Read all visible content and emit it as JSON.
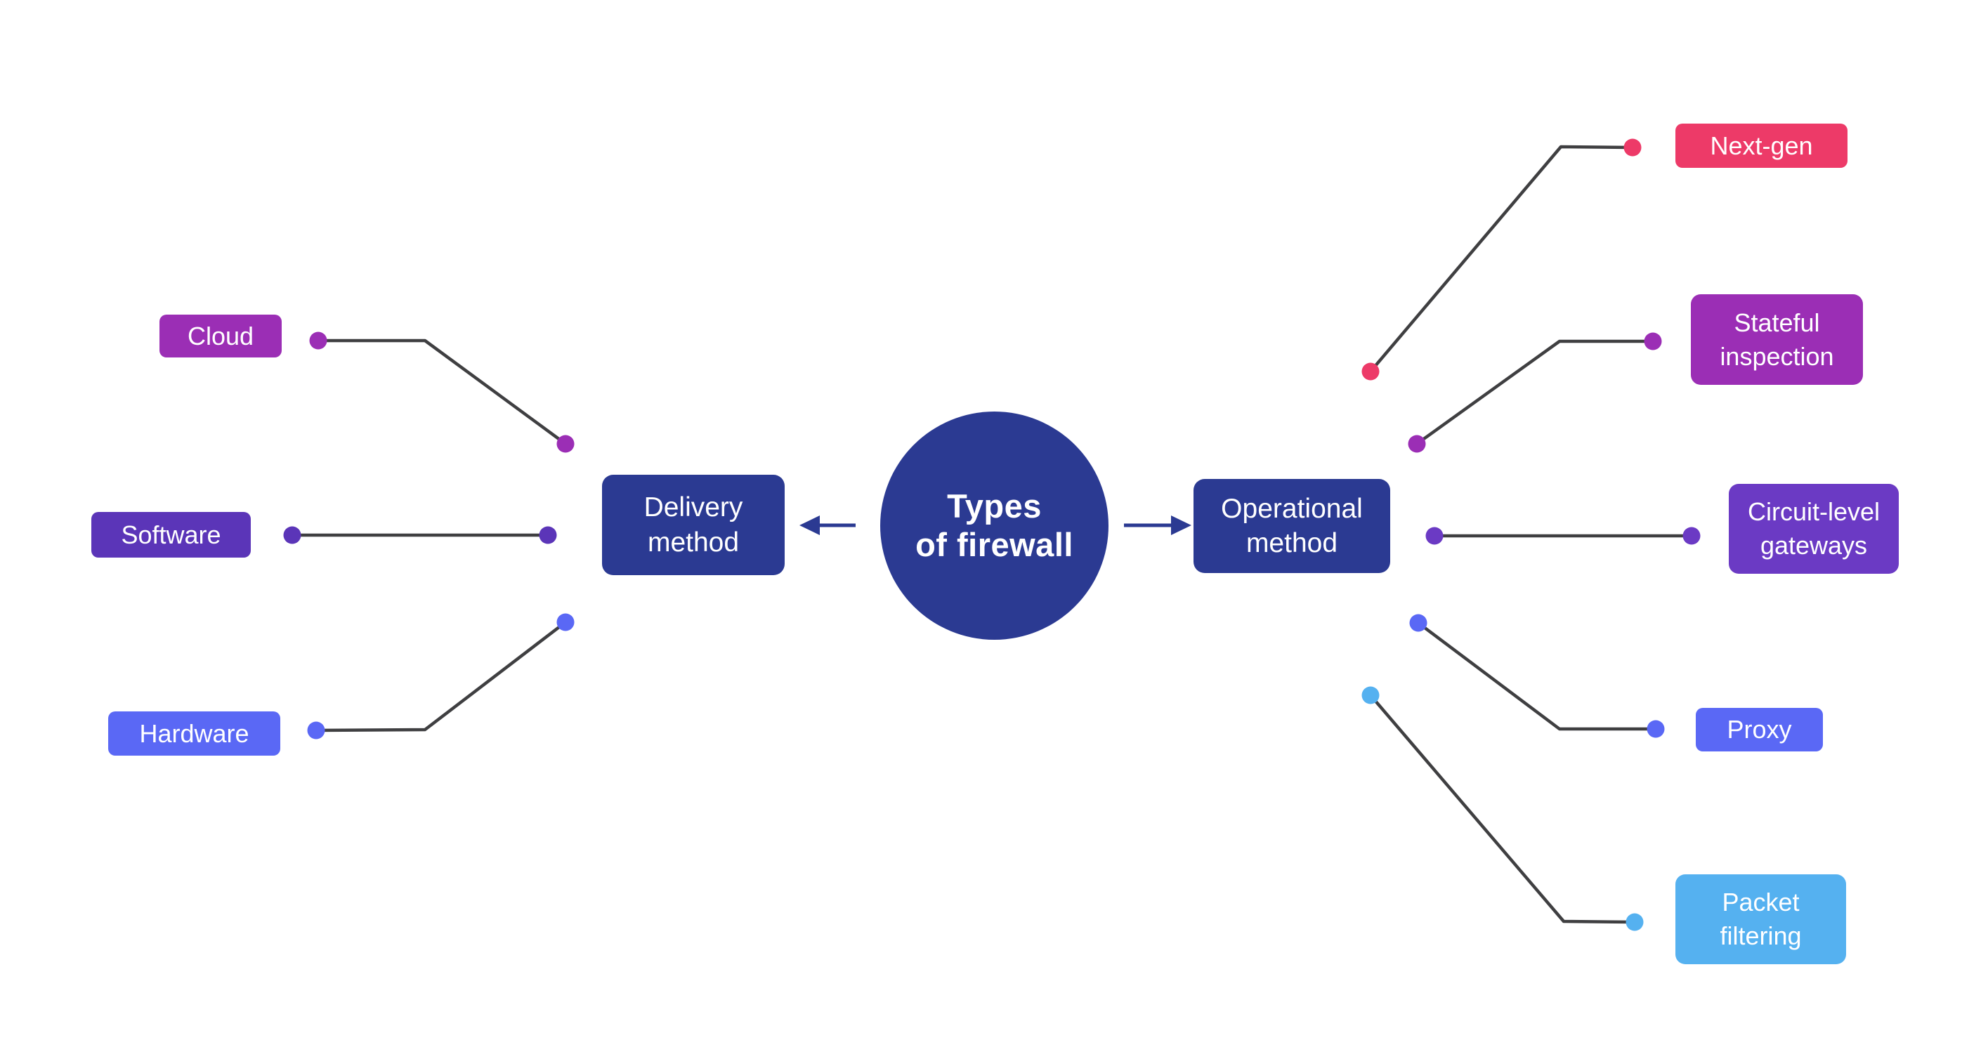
{
  "diagram": {
    "background_color": "#ffffff",
    "connector_color": "#3f3f41",
    "arrow_color": "#2b3a92",
    "text_color": "#ffffff",
    "center": {
      "label": "Types\nof firewall",
      "color": "#2b3a92"
    },
    "hubs": {
      "delivery": {
        "label": "Delivery\nmethod",
        "color": "#2b3a92"
      },
      "operational": {
        "label": "Operational\nmethod",
        "color": "#2b3a92"
      }
    },
    "delivery_children": [
      {
        "label": "Cloud",
        "color": "#9b2eb5"
      },
      {
        "label": "Software",
        "color": "#5b35b8"
      },
      {
        "label": "Hardware",
        "color": "#5a68f5"
      }
    ],
    "operational_children": [
      {
        "label": "Next-gen",
        "color": "#ed3a68"
      },
      {
        "label": "Stateful\ninspection",
        "color": "#9b2eb5"
      },
      {
        "label": "Circuit-level\ngateways",
        "color": "#6b3ac4"
      },
      {
        "label": "Proxy",
        "color": "#5a68f5"
      },
      {
        "label": "Packet\nfiltering",
        "color": "#55b1f0"
      }
    ]
  }
}
